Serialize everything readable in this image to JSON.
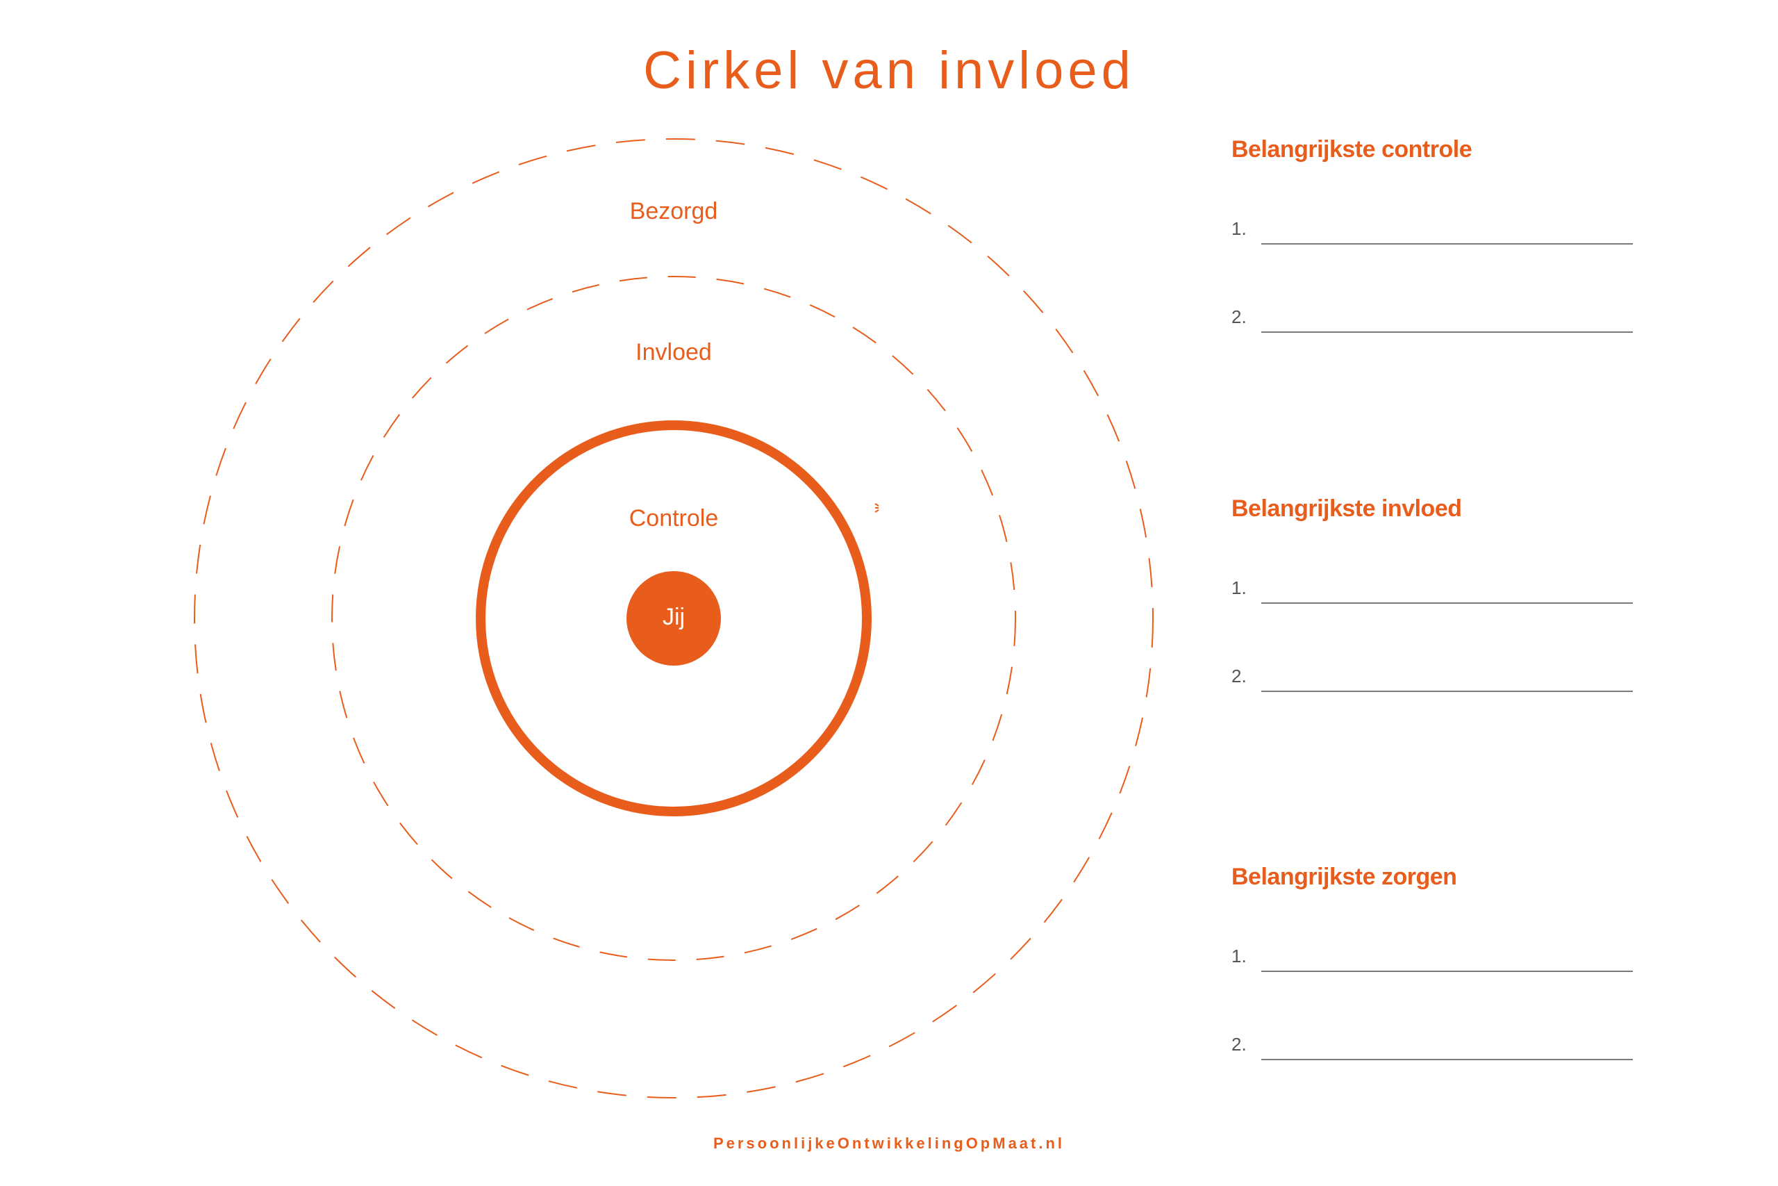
{
  "title": "Cirkel van invloed",
  "colors": {
    "accent": "#E85D1C",
    "line": "#7a7a7a",
    "background": "#ffffff"
  },
  "diagram": {
    "rings": [
      {
        "label": "Bezorgd",
        "style": "dashed"
      },
      {
        "label": "Invloed",
        "style": "dashed"
      },
      {
        "label": "Controle",
        "style": "solid"
      }
    ],
    "center_label": "Jij"
  },
  "panels": [
    {
      "heading": "Belangrijkste controle",
      "items": [
        "1.",
        "2."
      ]
    },
    {
      "heading": "Belangrijkste invloed",
      "items": [
        "1.",
        "2."
      ]
    },
    {
      "heading": "Belangrijkste zorgen",
      "items": [
        "1.",
        "2."
      ]
    }
  ],
  "footer": "PersoonlijkeOntwikkelingOpMaat.nl"
}
